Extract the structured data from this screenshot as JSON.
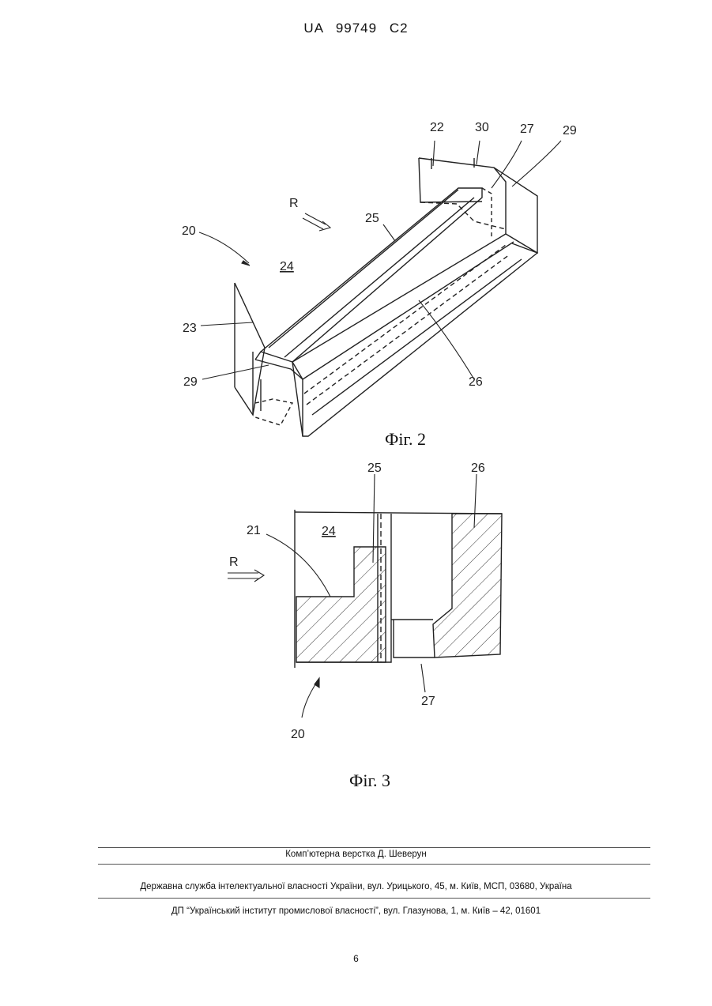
{
  "header": {
    "patent_number": "UA   99749   C2"
  },
  "figure2": {
    "caption": "Фіг. 2",
    "labels": {
      "l20": "20",
      "l22": "22",
      "l23": "23",
      "l24": "24",
      "l25": "25",
      "l26": "26",
      "l27": "27",
      "l29a": "29",
      "l29b": "29",
      "l30": "30",
      "lR": "R"
    }
  },
  "figure3": {
    "caption": "Фіг. 3",
    "labels": {
      "l20": "20",
      "l21": "21",
      "l24": "24",
      "l25": "25",
      "l26": "26",
      "l27": "27",
      "lR": "R"
    }
  },
  "footer": {
    "typesetting": "Комп’ютерна верстка Д. Шеверун",
    "agency": "Державна служба інтелектуальної власності України, вул. Урицького, 45, м. Київ, МСП, 03680, Україна",
    "institute": "ДП “Український інститут промислової власності”, вул. Глазунова, 1, м. Київ – 42, 01601",
    "page_number": "6"
  }
}
